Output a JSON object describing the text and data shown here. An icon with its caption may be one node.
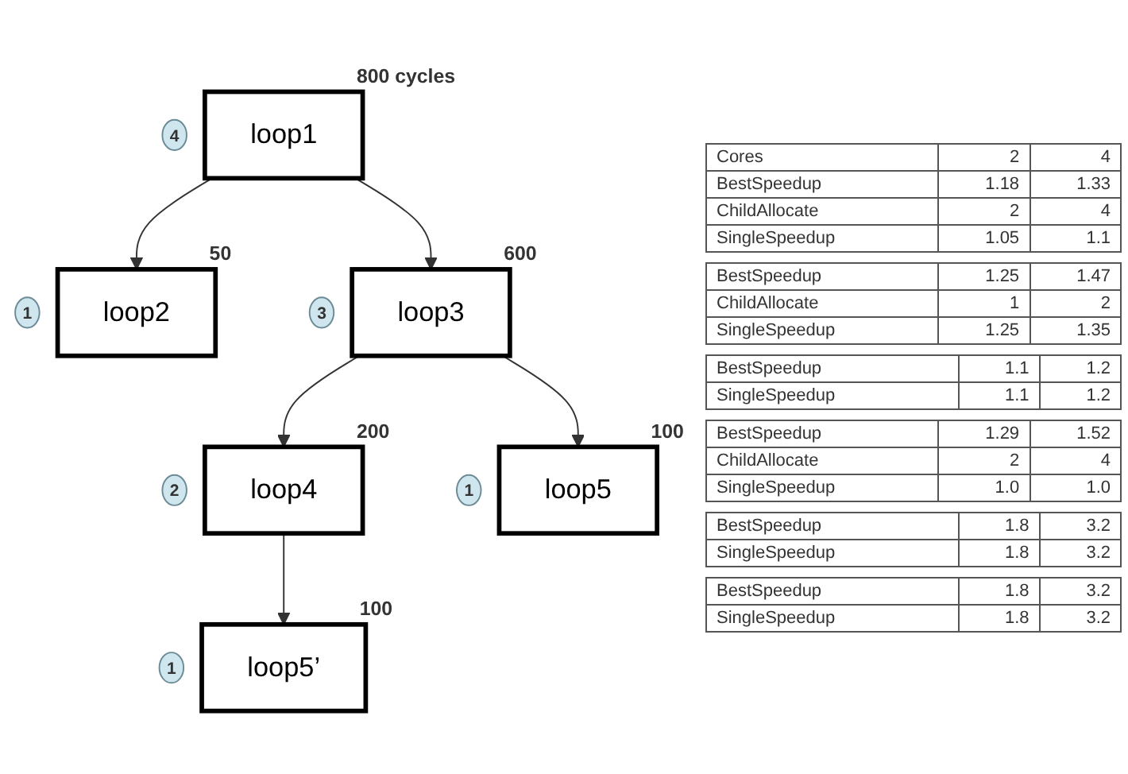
{
  "diagram": {
    "nodes": [
      {
        "text": [
          "loop1"
        ],
        "beside": [
          "800 cycles",
          "4"
        ]
      },
      {
        "text": [
          "loop2"
        ],
        "beside": [
          "50",
          "1"
        ]
      },
      {
        "text": [
          "loop3"
        ],
        "beside": [
          "600",
          "3"
        ]
      },
      {
        "text": [
          "loop4"
        ],
        "beside": [
          "200",
          "2"
        ]
      },
      {
        "text": [
          "loop5"
        ],
        "beside": [
          "100",
          "1"
        ]
      },
      {
        "text": [
          "loop5’"
        ],
        "beside": [
          "100",
          "1"
        ]
      }
    ],
    "edges": [
      {
        "from": 0,
        "to": 1,
        "arrow": "to"
      },
      {
        "from": 0,
        "to": 2,
        "arrow": "to"
      },
      {
        "from": 2,
        "to": 3,
        "arrow": "to"
      },
      {
        "from": 2,
        "to": 4,
        "arrow": "to"
      },
      {
        "from": 3,
        "to": 5,
        "arrow": "to"
      }
    ],
    "labels": [
      "Cores",
      "2",
      "4",
      "BestSpeedup",
      "1.18",
      "1.33",
      "ChildAllocate",
      "2",
      "4",
      "SingleSpeedup",
      "1.05",
      "1.1",
      "BestSpeedup",
      "1.25",
      "1.47",
      "ChildAllocate",
      "1",
      "2",
      "SingleSpeedup",
      "1.25",
      "1.35",
      "BestSpeedup",
      "1.1",
      "1.2",
      "SingleSpeedup",
      "1.1",
      "1.2",
      "BestSpeedup",
      "1.29",
      "1.52",
      "ChildAllocate",
      "2",
      "4",
      "SingleSpeedup",
      "1.0",
      "1.0",
      "BestSpeedup",
      "1.8",
      "3.2",
      "SingleSpeedup",
      "1.8",
      "3.2",
      "BestSpeedup",
      "1.8",
      "3.2",
      "SingleSpeedup",
      "1.8",
      "3.2"
    ]
  }
}
